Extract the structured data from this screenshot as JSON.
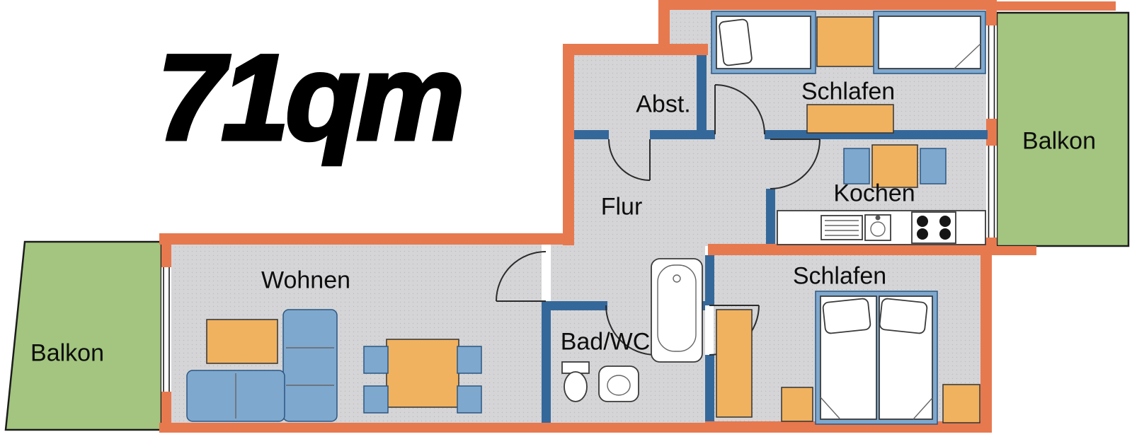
{
  "title": "71qm",
  "labels": {
    "abst": "Abst.",
    "schlafen_top": "Schlafen",
    "balkon_right": "Balkon",
    "kochen": "Kochen",
    "flur": "Flur",
    "wohnen": "Wohnen",
    "balkon_left": "Balkon",
    "bad_wc": "Bad/WC",
    "schlafen_bottom": "Schlafen"
  },
  "colors": {
    "exterior_wall": "#E7794F",
    "interior_wall": "#35689A",
    "floor": "#D5D5D7",
    "balcony": "#A3C57F",
    "furniture_orange": "#F0B25F",
    "furniture_blue": "#7FA8CE",
    "fixture_white": "#FFFFFF",
    "outline": "#1C1C1C"
  }
}
